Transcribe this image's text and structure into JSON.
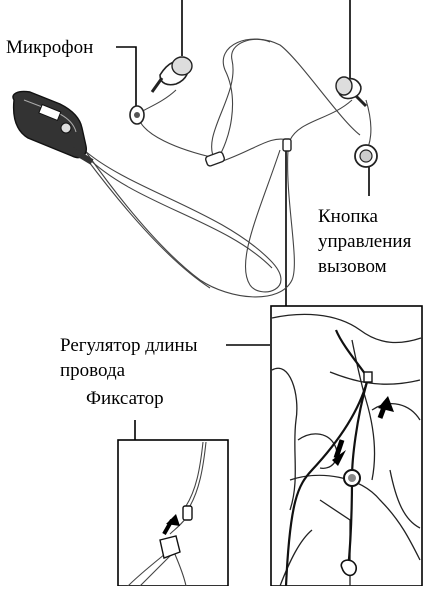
{
  "labels": {
    "microphone": "Микрофон",
    "call_button": [
      "Кнопка",
      "управления",
      "вызовом"
    ],
    "length_adjuster": [
      "Регулятор длины",
      "провода"
    ],
    "clip": "Фиксатор"
  }
}
